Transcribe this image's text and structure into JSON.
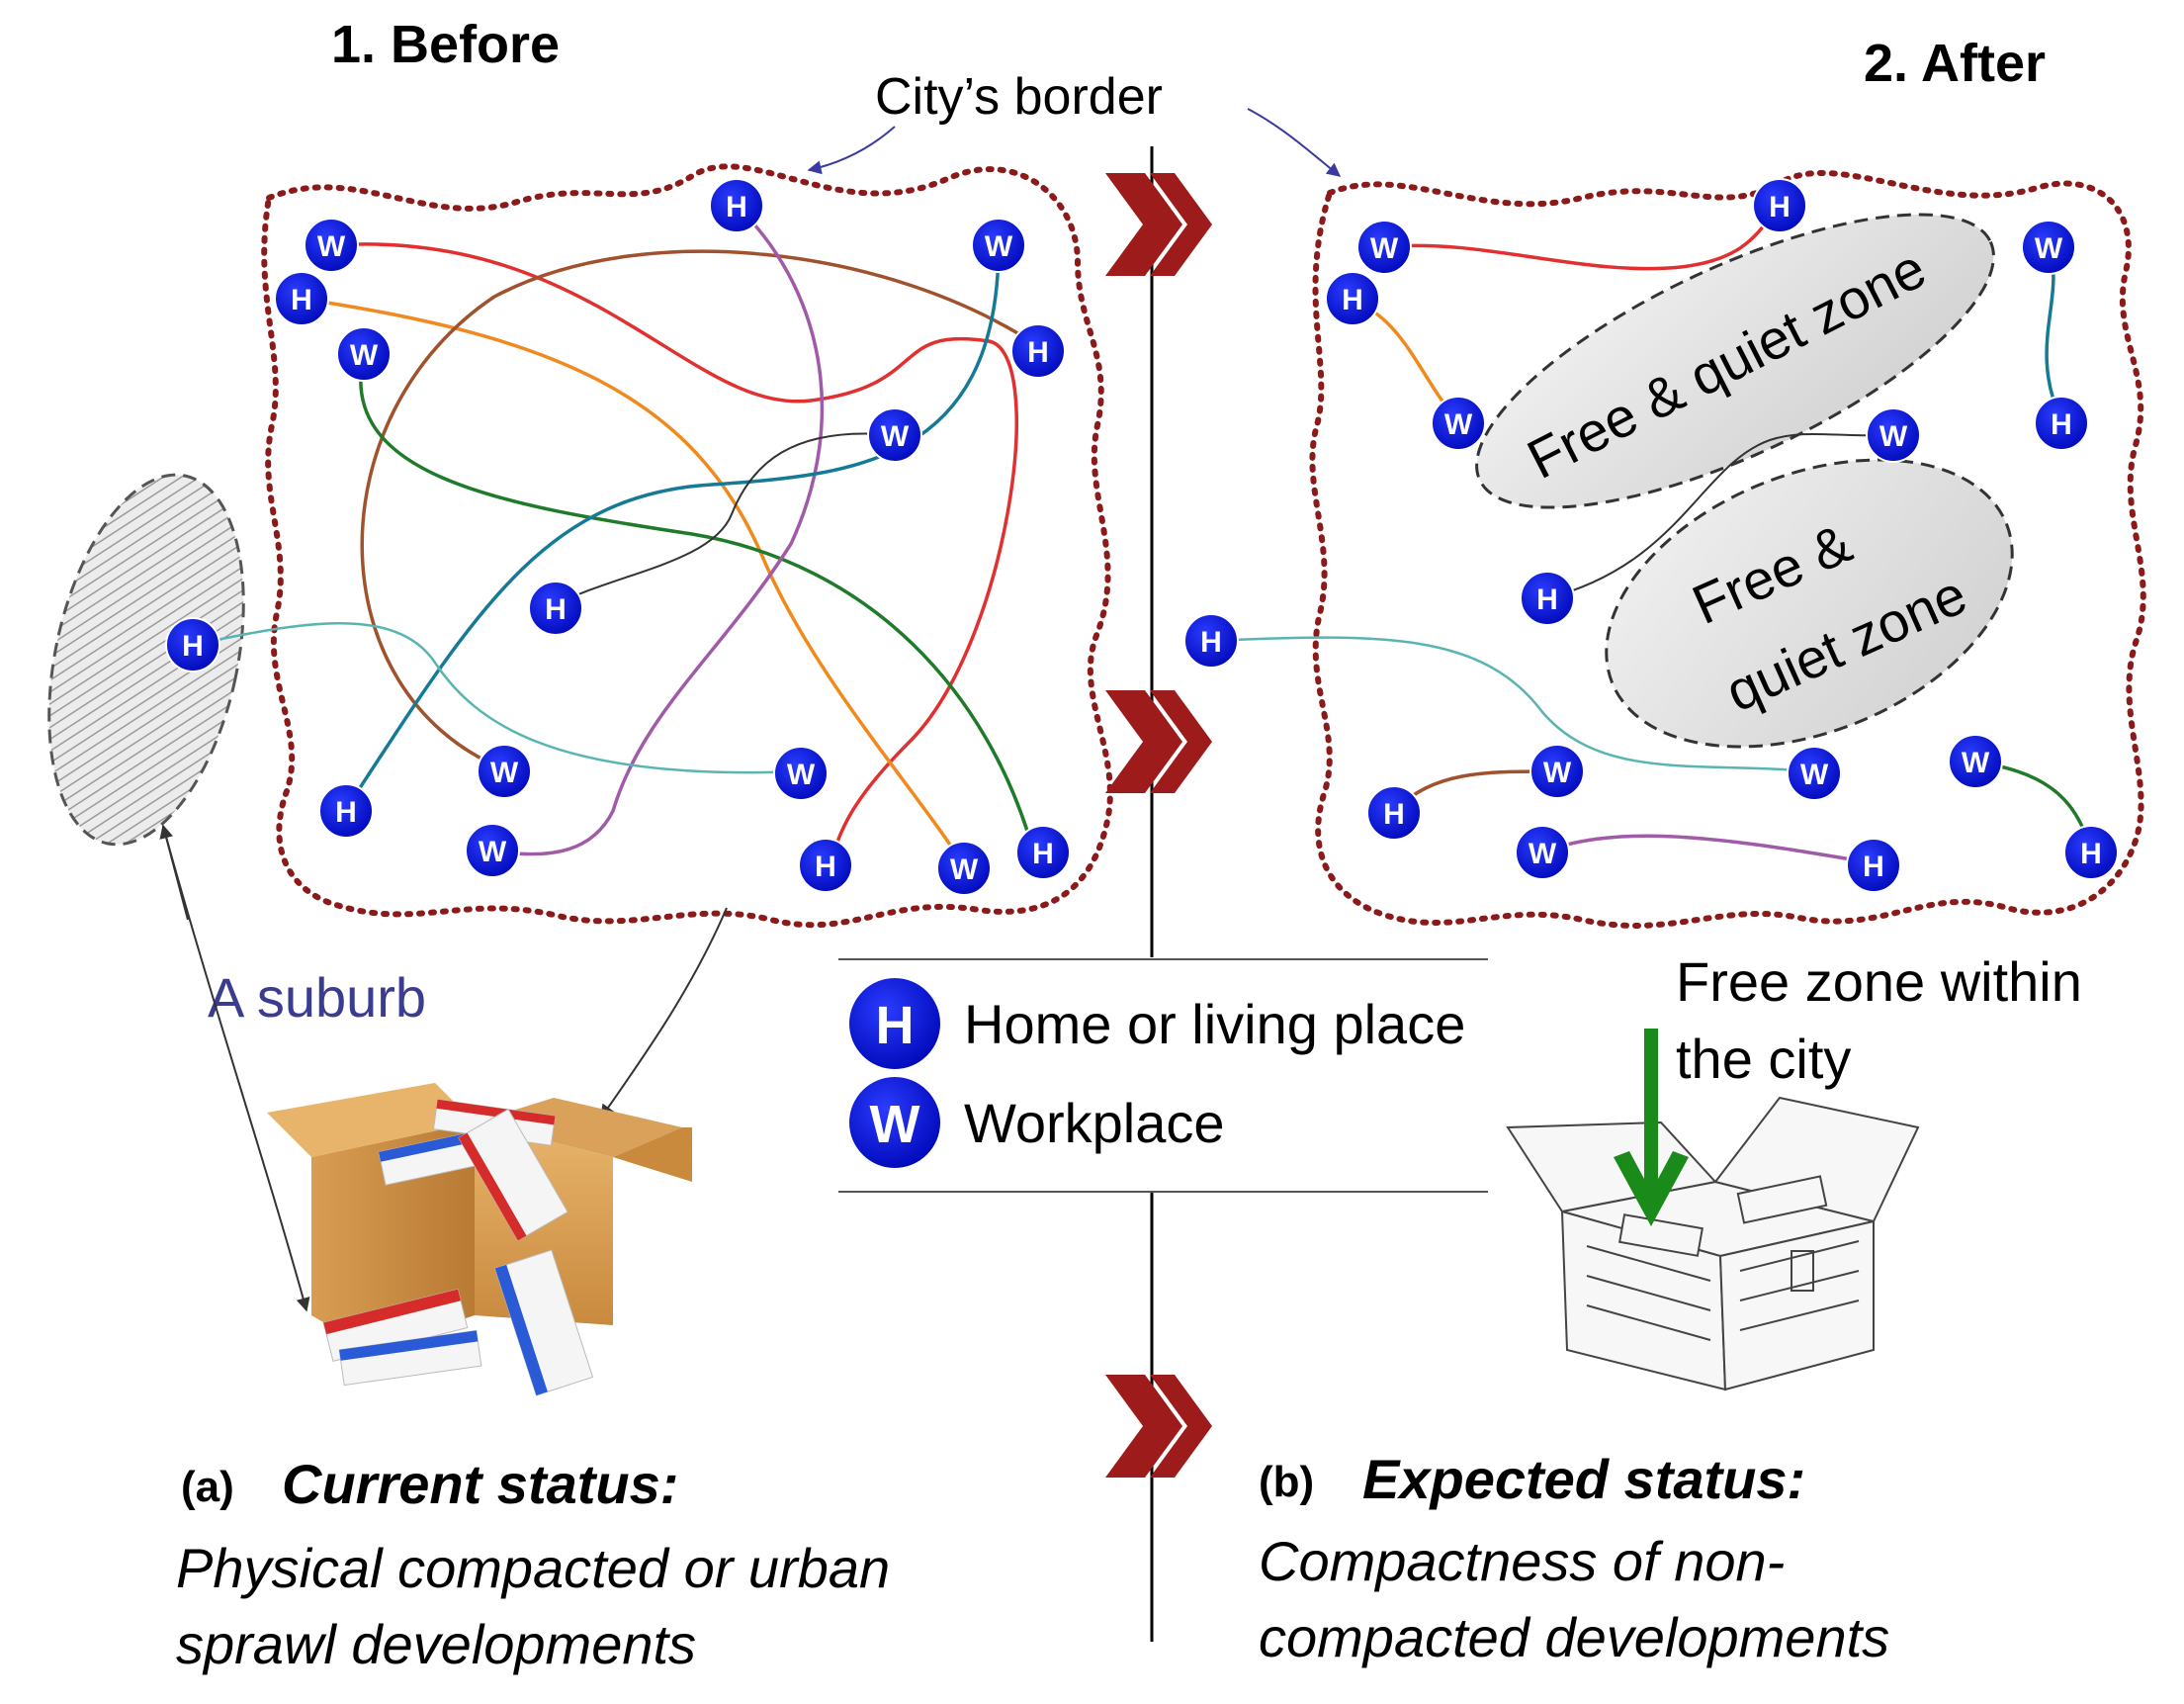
{
  "headings": {
    "before": "1. Before",
    "after": "2. After",
    "city_border": "City’s border"
  },
  "markers": {
    "home_letter": "H",
    "work_letter": "W"
  },
  "zones": {
    "zone_top": "Free & quiet zone",
    "zone_mid_line1": "Free &",
    "zone_mid_line2": "quiet zone"
  },
  "labels": {
    "suburb": "A suburb",
    "free_zone_line1": "Free zone within",
    "free_zone_line2": "the city"
  },
  "legend": {
    "home": "Home or living place",
    "work": "Workplace"
  },
  "captions": {
    "a_tag": "(a)",
    "a_title": "Current status:",
    "a_line1": "Physical compacted or urban",
    "a_line2": "sprawl developments",
    "b_tag": "(b)",
    "b_title": "Expected status:",
    "b_line1": "Compactness of non-",
    "b_line2": "compacted developments"
  },
  "colors": {
    "border": "#8b1a1a",
    "marker": "#0a14d8",
    "chevron": "#9e1b1b",
    "arrow_green": "#1a8a1a",
    "suburb_text": "#3b3b8f",
    "red": "#e03030",
    "orange": "#f08a1e",
    "brown": "#a0522d",
    "green": "#1f7a2a",
    "purple": "#a05aa8",
    "teal": "#157a96",
    "cyan": "#5ab4b4",
    "black": "#333333"
  }
}
